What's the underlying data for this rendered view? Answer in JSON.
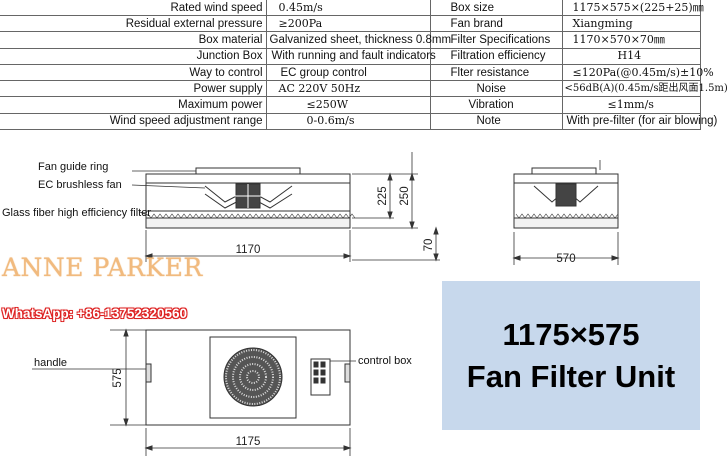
{
  "specs": {
    "rows": [
      {
        "label": "Rated wind speed",
        "value": "0.45m/s",
        "label2": "Box size",
        "value2": "1175×575×(225+25)㎜"
      },
      {
        "label": "Residual external pressure",
        "value": "≥200Pa",
        "label2": "Fan brand",
        "value2": "Xiangming"
      },
      {
        "label": "Box material",
        "value": "Galvanized sheet, thickness 0.8mm",
        "label2": "Filter Specifications",
        "value2": "1170×570×70㎜"
      },
      {
        "label": "Junction Box",
        "value": "With running and fault indicators",
        "label2": "Filtration efficiency",
        "value2": "H14"
      },
      {
        "label": "Way to control",
        "value": "EC group control",
        "label2": "Flter resistance",
        "value2": "≤120Pa(@0.45m/s)±10%"
      },
      {
        "label": "Power supply",
        "value": "AC 220V 50Hz",
        "label2": "Noise",
        "value2": "<56dB(A)(0.45m/s距出风面1.5m)"
      },
      {
        "label": "Maximum power",
        "value": "≤250W",
        "label2": "Vibration",
        "value2": "≤1mm/s"
      },
      {
        "label": "Wind speed adjustment range",
        "value": "0-0.6m/s",
        "label2": "Note",
        "value2": "With pre-filter (for air blowing)"
      }
    ]
  },
  "side_view": {
    "labels": {
      "fan_guide_ring": "Fan guide ring",
      "ec_fan": "EC brushless fan",
      "filter": "Glass fiber high efficiency filter"
    },
    "dims": {
      "width": "1170",
      "box_height": "225",
      "total_height": "250",
      "filter_height": "70"
    }
  },
  "end_view": {
    "dims": {
      "width": "570"
    }
  },
  "top_view": {
    "labels": {
      "handle": "handle",
      "control_box": "control box"
    },
    "dims": {
      "width": "1175",
      "depth": "575"
    }
  },
  "brand": {
    "logo_text": "ANNE PARKER",
    "whatsapp": "WhatsApp: +86-13752320560"
  },
  "title": {
    "line1": "1175×575",
    "line2": "Fan Filter Unit"
  },
  "colors": {
    "title_bg": "#c7d8ec",
    "logo": "#f1ba7e",
    "whatsapp_outline": "#dd2222"
  }
}
